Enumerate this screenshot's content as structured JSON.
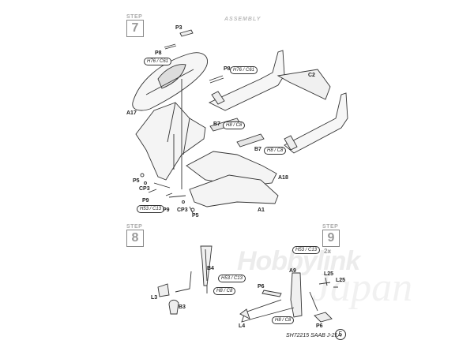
{
  "header": {
    "title": "ASSEMBLY"
  },
  "steps": [
    {
      "word": "STEP",
      "number": "7"
    },
    {
      "word": "STEP",
      "number": "8"
    },
    {
      "word": "STEP",
      "number": "9"
    }
  ],
  "step9_qty": "2x",
  "parts": {
    "p3": "P3",
    "p8a": "P8",
    "p8b": "P8",
    "c2": "C2",
    "a17": "A17",
    "b7a": "B7",
    "b7b": "B7",
    "a18": "A18",
    "a1": "A1",
    "p5a": "P5",
    "cp3a": "CP3",
    "p9a": "P9",
    "p9b": "P9",
    "cp3b": "CP3",
    "p5b": "P5",
    "b4": "B4",
    "l3": "L3",
    "b3": "B3",
    "a9": "A9",
    "l25a": "L25",
    "l25b": "L25",
    "p6a": "P6",
    "p6b": "P6",
    "l4": "L4"
  },
  "paint_codes": {
    "h76_c61_a": "H76 / C61",
    "h76_c61_b": "H76 / C61",
    "h8_c8_a": "H8 / C8",
    "h8_c8_b": "H8 / C8",
    "h53_c13_a": "H53 / C13",
    "h53_c13_b": "H53 / C13",
    "h53_c13_c": "H53 / C13",
    "h8_c8_c": "H8 / C8",
    "h8_c8_d": "H8 / C8"
  },
  "footer": {
    "kit": "SH72215  SAAB J-21A",
    "page": "5"
  },
  "watermark": {
    "brand": "Hobbylink",
    "sub": "Japan"
  }
}
